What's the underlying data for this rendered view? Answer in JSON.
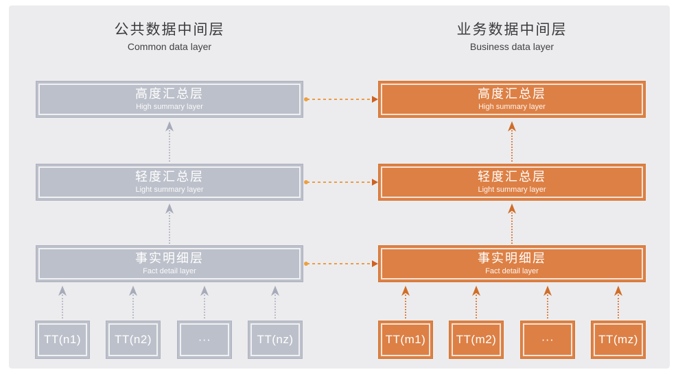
{
  "diagram": {
    "columns": [
      {
        "id": "common",
        "title_zh": "公共数据中间层",
        "title_en": "Common data layer",
        "layers": [
          {
            "zh": "高度汇总层",
            "en": "High summary layer"
          },
          {
            "zh": "轻度汇总层",
            "en": "Light summary layer"
          },
          {
            "zh": "事实明细层",
            "en": "Fact detail layer"
          }
        ],
        "sources": [
          {
            "label": "TT(n1)"
          },
          {
            "label": "TT(n2)"
          },
          {
            "label": "···"
          },
          {
            "label": "TT(nz)"
          }
        ]
      },
      {
        "id": "business",
        "title_zh": "业务数据中间层",
        "title_en": "Business data layer",
        "layers": [
          {
            "zh": "高度汇总层",
            "en": "High summary layer"
          },
          {
            "zh": "轻度汇总层",
            "en": "Light summary layer"
          },
          {
            "zh": "事实明细层",
            "en": "Fact detail layer"
          }
        ],
        "sources": [
          {
            "label": "TT(m1)"
          },
          {
            "label": "TT(m2)"
          },
          {
            "label": "···"
          },
          {
            "label": "TT(mz)"
          }
        ]
      }
    ],
    "colors": {
      "panel_bg": "#ececee",
      "gray_fill": "#bcc0ca",
      "gray_border": "#aeb2c0",
      "orange_fill": "#dd8045",
      "orange_border": "#d37733",
      "connector_dash": "#ec9b43",
      "connector_arrow": "#cf6120",
      "title_text": "#3b3b3d",
      "box_text": "#ffffff"
    }
  }
}
